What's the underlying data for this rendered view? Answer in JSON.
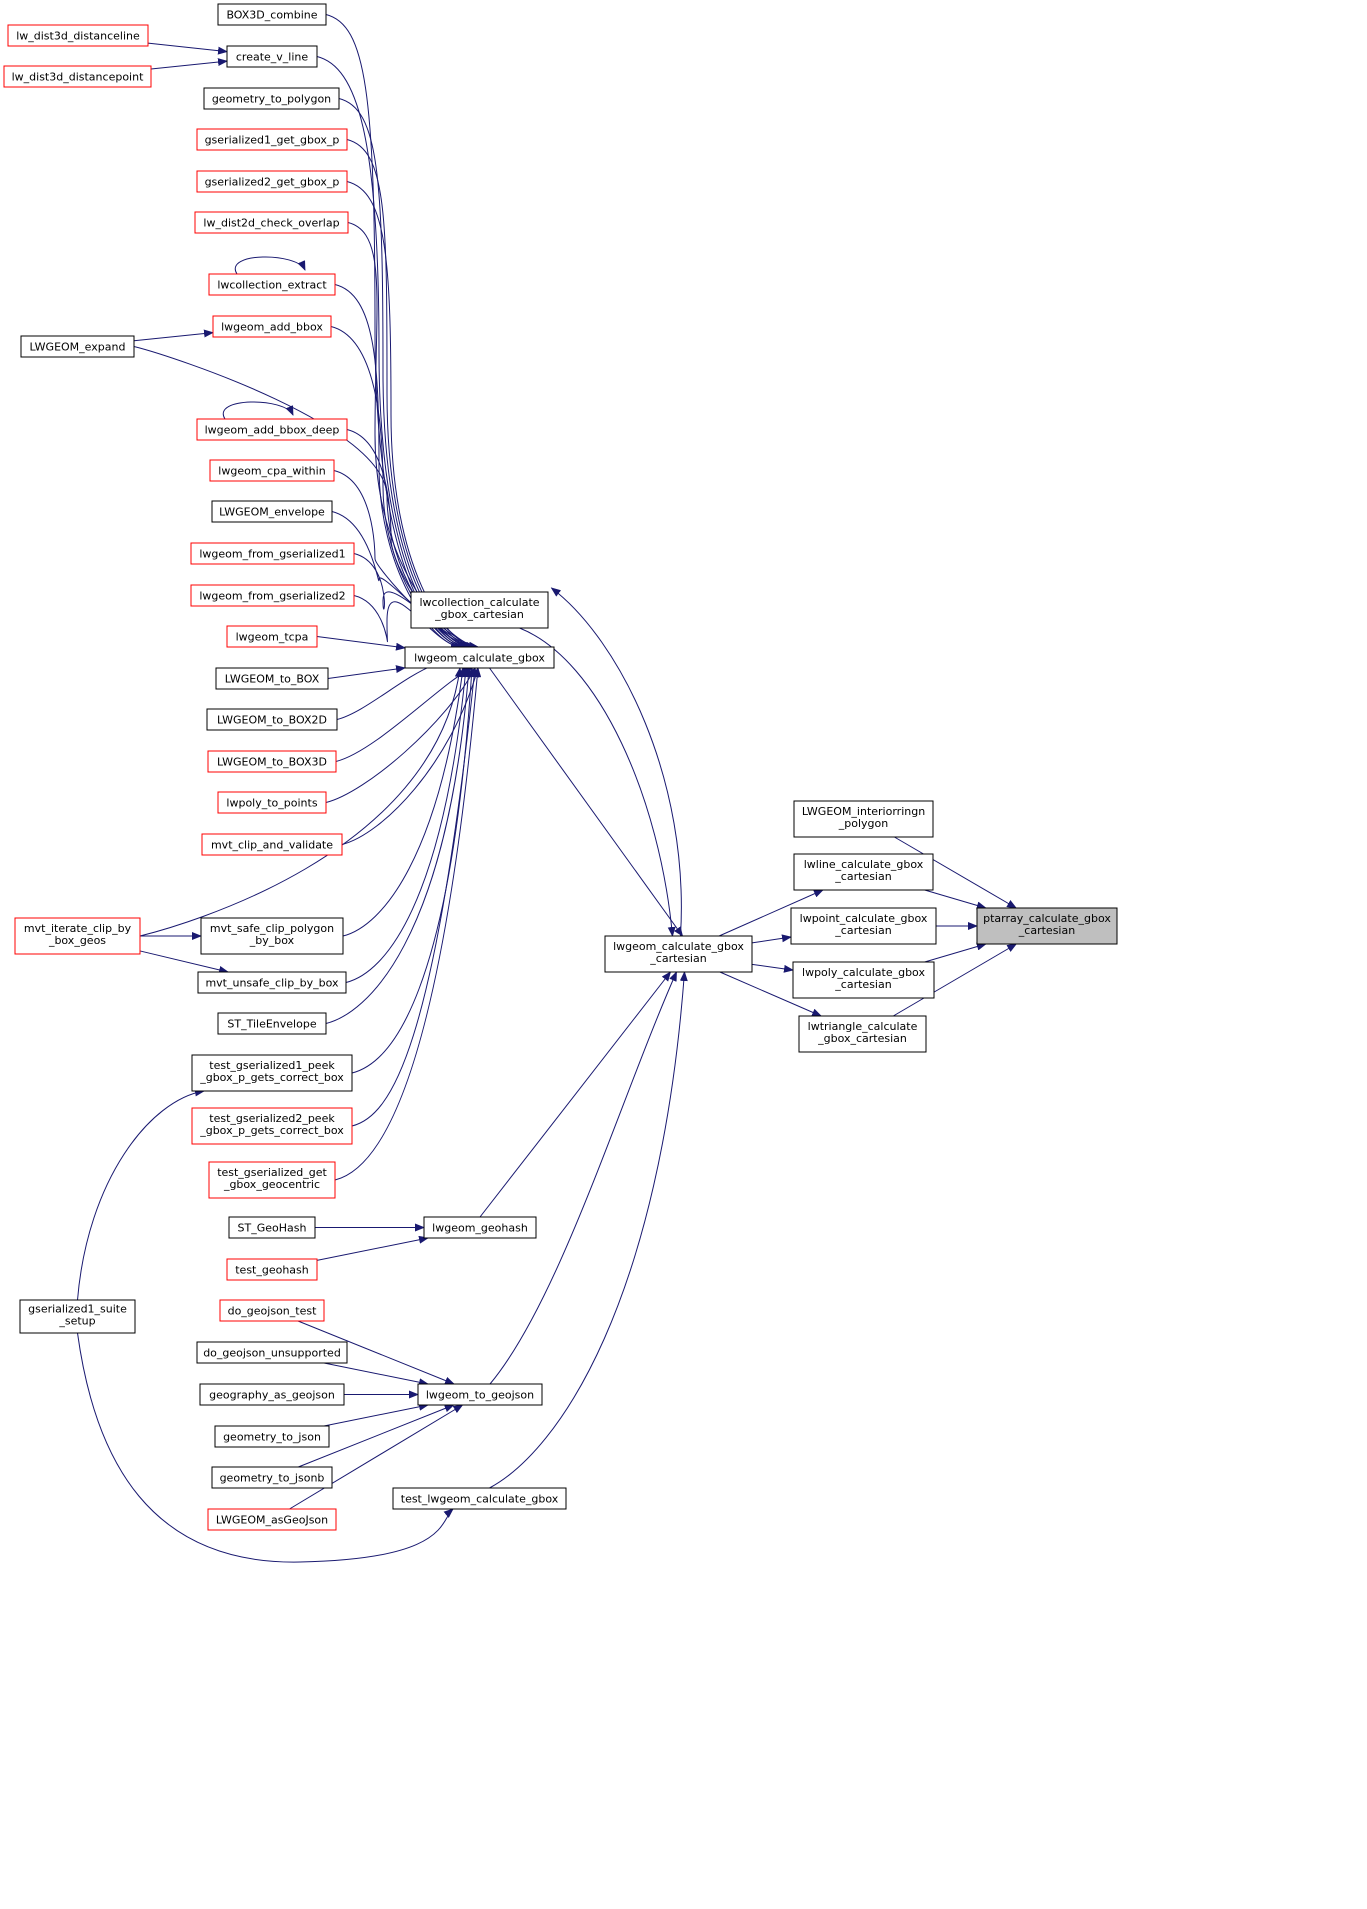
{
  "colors": {
    "edge": "#191970",
    "normal_border": "#000000",
    "truncated_border": "#ff0000",
    "selected_fill": "#bfbfbf",
    "text": "#000000"
  },
  "nodes": [
    {
      "id": "box3d_combine",
      "label": [
        "BOX3D_combine"
      ],
      "truncated": false
    },
    {
      "id": "lw_dist3d_distanceline",
      "label": [
        "lw_dist3d_distanceline"
      ],
      "truncated": true
    },
    {
      "id": "create_v_line",
      "label": [
        "create_v_line"
      ],
      "truncated": false
    },
    {
      "id": "lw_dist3d_distancepoint",
      "label": [
        "lw_dist3d_distancepoint"
      ],
      "truncated": true
    },
    {
      "id": "geometry_to_polygon",
      "label": [
        "geometry_to_polygon"
      ],
      "truncated": false
    },
    {
      "id": "gserialized1_get_gbox_p",
      "label": [
        "gserialized1_get_gbox_p"
      ],
      "truncated": true
    },
    {
      "id": "gserialized2_get_gbox_p",
      "label": [
        "gserialized2_get_gbox_p"
      ],
      "truncated": true
    },
    {
      "id": "lw_dist2d_check_overlap",
      "label": [
        "lw_dist2d_check_overlap"
      ],
      "truncated": true
    },
    {
      "id": "lwcollection_extract",
      "label": [
        "lwcollection_extract"
      ],
      "truncated": true
    },
    {
      "id": "lwgeom_add_bbox",
      "label": [
        "lwgeom_add_bbox"
      ],
      "truncated": true
    },
    {
      "id": "lwgeom_expand",
      "label": [
        "LWGEOM_expand"
      ],
      "truncated": false
    },
    {
      "id": "lwgeom_add_bbox_deep",
      "label": [
        "lwgeom_add_bbox_deep"
      ],
      "truncated": true
    },
    {
      "id": "lwgeom_cpa_within",
      "label": [
        "lwgeom_cpa_within"
      ],
      "truncated": true
    },
    {
      "id": "lwgeom_envelope",
      "label": [
        "LWGEOM_envelope"
      ],
      "truncated": false
    },
    {
      "id": "lwgeom_from_gserialized1",
      "label": [
        "lwgeom_from_gserialized1"
      ],
      "truncated": true
    },
    {
      "id": "lwgeom_from_gserialized2",
      "label": [
        "lwgeom_from_gserialized2"
      ],
      "truncated": true
    },
    {
      "id": "lwcollection_calculate_gbox_cartesian",
      "label": [
        "lwcollection_calculate",
        "_gbox_cartesian"
      ],
      "truncated": false
    },
    {
      "id": "lwgeom_tcpa",
      "label": [
        "lwgeom_tcpa"
      ],
      "truncated": true
    },
    {
      "id": "lwgeom_calculate_gbox",
      "label": [
        "lwgeom_calculate_gbox"
      ],
      "truncated": false
    },
    {
      "id": "lwgeom_to_box",
      "label": [
        "LWGEOM_to_BOX"
      ],
      "truncated": false
    },
    {
      "id": "lwgeom_to_box2d",
      "label": [
        "LWGEOM_to_BOX2D"
      ],
      "truncated": false
    },
    {
      "id": "lwgeom_to_box3d",
      "label": [
        "LWGEOM_to_BOX3D"
      ],
      "truncated": true
    },
    {
      "id": "lwpoly_to_points",
      "label": [
        "lwpoly_to_points"
      ],
      "truncated": true
    },
    {
      "id": "lwgeom_interiorringn_polygon",
      "label": [
        "LWGEOM_interiorringn",
        "_polygon"
      ],
      "truncated": false
    },
    {
      "id": "mvt_clip_and_validate",
      "label": [
        "mvt_clip_and_validate"
      ],
      "truncated": true
    },
    {
      "id": "lwline_calculate_gbox_cartesian",
      "label": [
        "lwline_calculate_gbox",
        "_cartesian"
      ],
      "truncated": false
    },
    {
      "id": "ptarray_calculate_gbox_cartesian",
      "label": [
        "ptarray_calculate_gbox",
        "_cartesian"
      ],
      "truncated": false,
      "selected": true
    },
    {
      "id": "mvt_iterate_clip_by_box_geos",
      "label": [
        "mvt_iterate_clip_by",
        "_box_geos"
      ],
      "truncated": true
    },
    {
      "id": "mvt_safe_clip_polygon_by_box",
      "label": [
        "mvt_safe_clip_polygon",
        "_by_box"
      ],
      "truncated": false
    },
    {
      "id": "lwpoint_calculate_gbox_cartesian",
      "label": [
        "lwpoint_calculate_gbox",
        "_cartesian"
      ],
      "truncated": false
    },
    {
      "id": "lwgeom_calculate_gbox_cartesian",
      "label": [
        "lwgeom_calculate_gbox",
        "_cartesian"
      ],
      "truncated": false
    },
    {
      "id": "lwpoly_calculate_gbox_cartesian",
      "label": [
        "lwpoly_calculate_gbox",
        "_cartesian"
      ],
      "truncated": false
    },
    {
      "id": "mvt_unsafe_clip_by_box",
      "label": [
        "mvt_unsafe_clip_by_box"
      ],
      "truncated": false
    },
    {
      "id": "st_tileenvelope",
      "label": [
        "ST_TileEnvelope"
      ],
      "truncated": false
    },
    {
      "id": "lwtriangle_calculate_gbox_cartesian",
      "label": [
        "lwtriangle_calculate",
        "_gbox_cartesian"
      ],
      "truncated": false
    },
    {
      "id": "test_gserialized1_peek",
      "label": [
        "test_gserialized1_peek",
        "_gbox_p_gets_correct_box"
      ],
      "truncated": false
    },
    {
      "id": "test_gserialized2_peek",
      "label": [
        "test_gserialized2_peek",
        "_gbox_p_gets_correct_box"
      ],
      "truncated": true
    },
    {
      "id": "test_gserialized_get_gbox_geocentric",
      "label": [
        "test_gserialized_get",
        "_gbox_geocentric"
      ],
      "truncated": true
    },
    {
      "id": "st_geohash",
      "label": [
        "ST_GeoHash"
      ],
      "truncated": false
    },
    {
      "id": "lwgeom_geohash",
      "label": [
        "lwgeom_geohash"
      ],
      "truncated": false
    },
    {
      "id": "test_geohash",
      "label": [
        "test_geohash"
      ],
      "truncated": true
    },
    {
      "id": "gserialized1_suite_setup",
      "label": [
        "gserialized1_suite",
        "_setup"
      ],
      "truncated": false
    },
    {
      "id": "do_geojson_test",
      "label": [
        "do_geojson_test"
      ],
      "truncated": true
    },
    {
      "id": "do_geojson_unsupported",
      "label": [
        "do_geojson_unsupported"
      ],
      "truncated": false
    },
    {
      "id": "geography_as_geojson",
      "label": [
        "geography_as_geojson"
      ],
      "truncated": false
    },
    {
      "id": "lwgeom_to_geojson",
      "label": [
        "lwgeom_to_geojson"
      ],
      "truncated": false
    },
    {
      "id": "geometry_to_json",
      "label": [
        "geometry_to_json"
      ],
      "truncated": false
    },
    {
      "id": "geometry_to_jsonb",
      "label": [
        "geometry_to_jsonb"
      ],
      "truncated": false
    },
    {
      "id": "lwgeom_asgeojson",
      "label": [
        "LWGEOM_asGeoJson"
      ],
      "truncated": true
    },
    {
      "id": "test_lwgeom_calculate_gbox",
      "label": [
        "test_lwgeom_calculate_gbox"
      ],
      "truncated": false
    }
  ],
  "edges": [
    [
      "lwline_calculate_gbox_cartesian",
      "ptarray_calculate_gbox_cartesian"
    ],
    [
      "lwgeom_interiorringn_polygon",
      "ptarray_calculate_gbox_cartesian"
    ],
    [
      "lwpoint_calculate_gbox_cartesian",
      "ptarray_calculate_gbox_cartesian"
    ],
    [
      "lwpoly_calculate_gbox_cartesian",
      "ptarray_calculate_gbox_cartesian"
    ],
    [
      "lwtriangle_calculate_gbox_cartesian",
      "ptarray_calculate_gbox_cartesian"
    ],
    [
      "lwgeom_calculate_gbox_cartesian",
      "lwline_calculate_gbox_cartesian"
    ],
    [
      "lwgeom_calculate_gbox_cartesian",
      "lwpoint_calculate_gbox_cartesian"
    ],
    [
      "lwgeom_calculate_gbox_cartesian",
      "lwpoly_calculate_gbox_cartesian"
    ],
    [
      "lwgeom_calculate_gbox_cartesian",
      "lwtriangle_calculate_gbox_cartesian"
    ],
    [
      "lwgeom_calculate_gbox_cartesian",
      "lwcollection_calculate_gbox_cartesian"
    ],
    [
      "lwcollection_calculate_gbox_cartesian",
      "lwgeom_calculate_gbox_cartesian"
    ],
    [
      "lwgeom_calculate_gbox",
      "lwgeom_calculate_gbox_cartesian"
    ],
    [
      "lwgeom_geohash",
      "lwgeom_calculate_gbox_cartesian"
    ],
    [
      "lwgeom_to_geojson",
      "lwgeom_calculate_gbox_cartesian"
    ],
    [
      "test_lwgeom_calculate_gbox",
      "lwgeom_calculate_gbox_cartesian"
    ],
    [
      "box3d_combine",
      "lwgeom_calculate_gbox"
    ],
    [
      "create_v_line",
      "lwgeom_calculate_gbox"
    ],
    [
      "geometry_to_polygon",
      "lwgeom_calculate_gbox"
    ],
    [
      "gserialized1_get_gbox_p",
      "lwgeom_calculate_gbox"
    ],
    [
      "gserialized2_get_gbox_p",
      "lwgeom_calculate_gbox"
    ],
    [
      "lw_dist2d_check_overlap",
      "lwgeom_calculate_gbox"
    ],
    [
      "lwcollection_extract",
      "lwgeom_calculate_gbox"
    ],
    [
      "lwgeom_add_bbox",
      "lwgeom_calculate_gbox"
    ],
    [
      "lwgeom_expand",
      "lwgeom_calculate_gbox"
    ],
    [
      "lwgeom_add_bbox_deep",
      "lwgeom_calculate_gbox"
    ],
    [
      "lwgeom_cpa_within",
      "lwgeom_calculate_gbox"
    ],
    [
      "lwgeom_envelope",
      "lwgeom_calculate_gbox"
    ],
    [
      "lwgeom_from_gserialized1",
      "lwgeom_calculate_gbox"
    ],
    [
      "lwgeom_from_gserialized2",
      "lwgeom_calculate_gbox"
    ],
    [
      "lwgeom_tcpa",
      "lwgeom_calculate_gbox"
    ],
    [
      "lwgeom_to_box",
      "lwgeom_calculate_gbox"
    ],
    [
      "lwgeom_to_box2d",
      "lwgeom_calculate_gbox"
    ],
    [
      "lwgeom_to_box3d",
      "lwgeom_calculate_gbox"
    ],
    [
      "lwpoly_to_points",
      "lwgeom_calculate_gbox"
    ],
    [
      "mvt_clip_and_validate",
      "lwgeom_calculate_gbox"
    ],
    [
      "mvt_iterate_clip_by_box_geos",
      "lwgeom_calculate_gbox"
    ],
    [
      "mvt_safe_clip_polygon_by_box",
      "lwgeom_calculate_gbox"
    ],
    [
      "mvt_unsafe_clip_by_box",
      "lwgeom_calculate_gbox"
    ],
    [
      "st_tileenvelope",
      "lwgeom_calculate_gbox"
    ],
    [
      "test_gserialized1_peek",
      "lwgeom_calculate_gbox"
    ],
    [
      "test_gserialized2_peek",
      "lwgeom_calculate_gbox"
    ],
    [
      "test_gserialized_get_gbox_geocentric",
      "lwgeom_calculate_gbox"
    ],
    [
      "lw_dist3d_distanceline",
      "create_v_line"
    ],
    [
      "lw_dist3d_distancepoint",
      "create_v_line"
    ],
    [
      "lwcollection_extract",
      "lwcollection_extract"
    ],
    [
      "lwgeom_expand",
      "lwgeom_add_bbox"
    ],
    [
      "lwgeom_add_bbox_deep",
      "lwgeom_add_bbox_deep"
    ],
    [
      "mvt_iterate_clip_by_box_geos",
      "mvt_safe_clip_polygon_by_box"
    ],
    [
      "mvt_iterate_clip_by_box_geos",
      "mvt_unsafe_clip_by_box"
    ],
    [
      "gserialized1_suite_setup",
      "test_gserialized1_peek"
    ],
    [
      "gserialized1_suite_setup",
      "test_lwgeom_calculate_gbox"
    ],
    [
      "st_geohash",
      "lwgeom_geohash"
    ],
    [
      "test_geohash",
      "lwgeom_geohash"
    ],
    [
      "do_geojson_test",
      "lwgeom_to_geojson"
    ],
    [
      "do_geojson_unsupported",
      "lwgeom_to_geojson"
    ],
    [
      "geography_as_geojson",
      "lwgeom_to_geojson"
    ],
    [
      "geometry_to_json",
      "lwgeom_to_geojson"
    ],
    [
      "geometry_to_jsonb",
      "lwgeom_to_geojson"
    ],
    [
      "lwgeom_asgeojson",
      "lwgeom_to_geojson"
    ]
  ]
}
